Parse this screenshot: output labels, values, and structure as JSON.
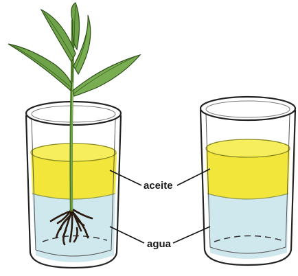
{
  "labels": {
    "oil": "aceite",
    "water": "agua"
  },
  "colors": {
    "oil": "#f2e63a",
    "water": "#cfe8ee",
    "leaf": "#6fa34a",
    "roots": "#2a1a10",
    "glass": "#222222"
  },
  "icons": {
    "left_beaker": "beaker-with-plant",
    "right_beaker": "beaker-without-plant"
  }
}
